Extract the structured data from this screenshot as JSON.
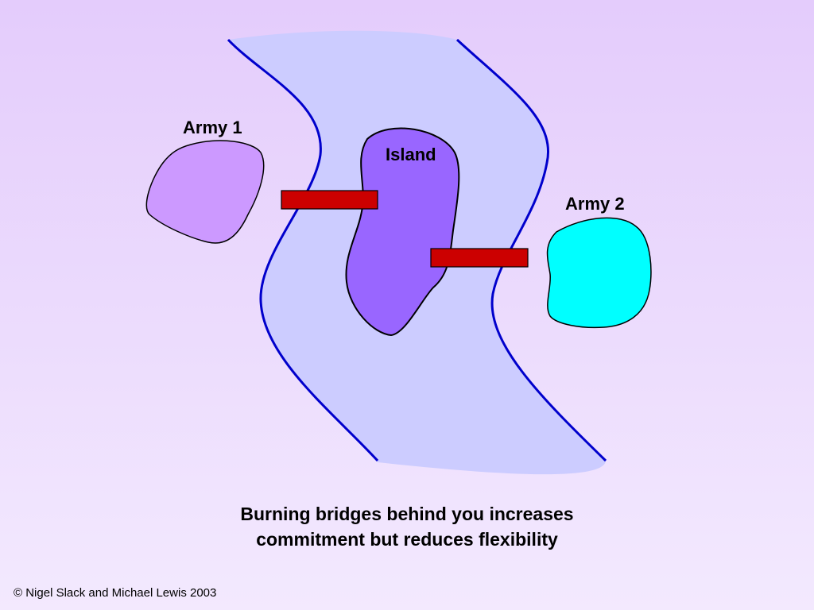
{
  "diagram": {
    "army1_label": "Army 1",
    "army2_label": "Army 2",
    "island_label": "Island",
    "colors": {
      "river_water": "#ccccff",
      "river_bank": "#0000cc",
      "army1": "#cc99ff",
      "army2": "#00ffff",
      "island": "#9966ff",
      "bridge": "#cc0000"
    }
  },
  "caption": {
    "line1": "Burning bridges behind you increases",
    "line2": "commitment but reduces flexibility"
  },
  "footer": {
    "copyright": "© Nigel Slack and Michael Lewis 2003"
  }
}
